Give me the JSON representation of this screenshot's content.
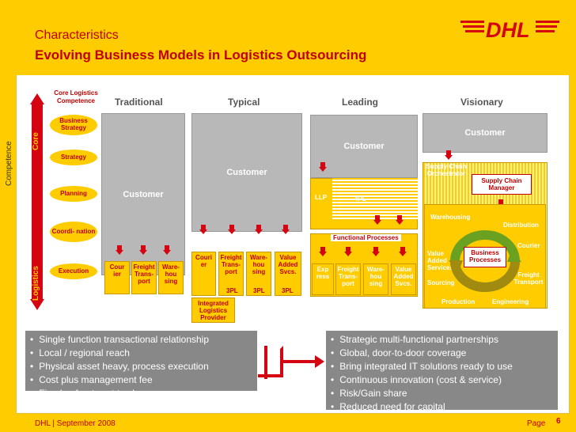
{
  "header": {
    "title": "Characteristics",
    "subtitle": "Evolving Business Models in Logistics Outsourcing",
    "logo": "DHL"
  },
  "axis": {
    "competence": "Competence",
    "core": "Core",
    "logistics": "Logistics",
    "core_logistics": "Core Logistics Competence"
  },
  "levels": [
    "Business Strategy",
    "Strategy",
    "Planning",
    "Coordi- nation",
    "Execution"
  ],
  "columns": {
    "traditional": "Traditional",
    "typical": "Typical",
    "leading": "Leading",
    "visionary": "Visionary"
  },
  "customer": "Customer",
  "traditional_boxes": [
    "Cour ier",
    "Freight Trans- port",
    "Ware- hou sing"
  ],
  "typical_boxes": [
    "Couri er",
    "Freight Trans- port",
    "Ware- hou sing",
    "Value Added Svcs."
  ],
  "typical_3pl": "3PL",
  "integrated": "Integrated Logistics Provider",
  "leading": {
    "llp": "LLP",
    "fourpl": "4PL",
    "functional": "Functional Processes",
    "boxes": [
      "Exp ress",
      "Freight Trans- port",
      "Ware- hou sing",
      "Value Added Svcs."
    ]
  },
  "visionary": {
    "orchestrator": "Supply Chain Orchestrator",
    "manager": "Supply Chain Manager",
    "warehousing": "Warehousing",
    "distribution": "Distribution",
    "courier": "Courier",
    "value_added": "Value Added Services",
    "sourcing": "Sourcing",
    "freight": "Freight Transport",
    "production": "Production",
    "engineering": "Engineering",
    "center": "Business Processes"
  },
  "left_bullets": [
    "Single function transactional relationship",
    "Local / regional reach",
    "Physical asset heavy, process execution",
    "Cost plus management fee",
    "Fixed upfront cost to change"
  ],
  "right_bullets": [
    "Strategic multi-functional partnerships",
    "Global, door-to-door coverage",
    "Bring integrated IT solutions ready to use",
    "Continuous innovation (cost & service)",
    "Risk/Gain share",
    "Reduced need for capital"
  ],
  "footer": {
    "left": "DHL | September 2008",
    "page_label": "Page",
    "page_number": "6"
  },
  "colors": {
    "yellow": "#FFCC00",
    "red": "#d40511",
    "gray": "#b8b8b8"
  }
}
